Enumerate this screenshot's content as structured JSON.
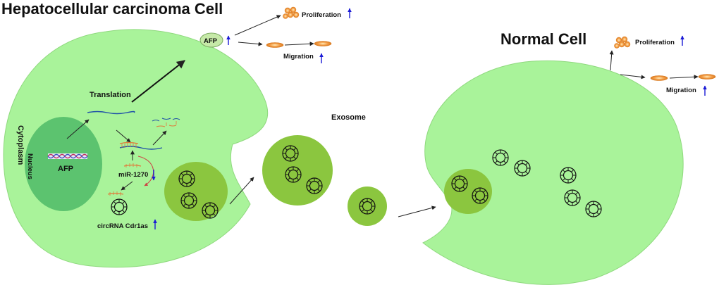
{
  "titles": {
    "hcc_cell": "Hepatocellular carcinoma Cell",
    "normal_cell": "Normal Cell"
  },
  "labels": {
    "cytoplasm": "Cytoplasm",
    "nucleus": "Nucleus",
    "afp_gene": "AFP",
    "afp_protein": "AFP",
    "translation": "Translation",
    "mir": "miR-1270",
    "circrna": "circRNA Cdr1as",
    "exosome": "Exosome",
    "hcc_proliferation": "Proliferation",
    "hcc_migration": "Migration",
    "normal_proliferation": "Proliferation",
    "normal_migration": "Migration"
  },
  "colors": {
    "cell": "#a9f39a",
    "nucleus": "#5cc36f",
    "exosome": "#8bc63f",
    "exosome_inner": "#7aae3a",
    "orange": "#f5a04a",
    "rna_strand": "#1e4fa8",
    "mir_ticks": "#e07a3a",
    "up_arrow": "#1a1ad6"
  },
  "icons": {
    "up_arrow": "up-arrow-icon",
    "down_arrow": "down-arrow-icon",
    "circrna_ring": "circrna-ring-icon"
  }
}
